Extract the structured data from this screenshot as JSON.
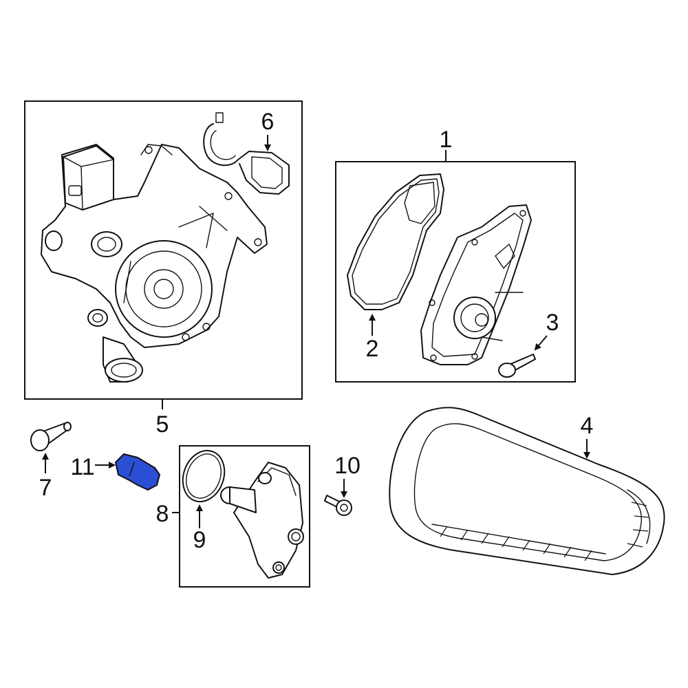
{
  "callouts": {
    "c1": "1",
    "c2": "2",
    "c3": "3",
    "c4": "4",
    "c5": "5",
    "c6": "6",
    "c7": "7",
    "c8": "8",
    "c9": "9",
    "c10": "10",
    "c11": "11"
  },
  "colors": {
    "highlight_part": "#2b4fd4",
    "line": "#111111",
    "background": "#ffffff"
  },
  "highlighted_part": "11"
}
